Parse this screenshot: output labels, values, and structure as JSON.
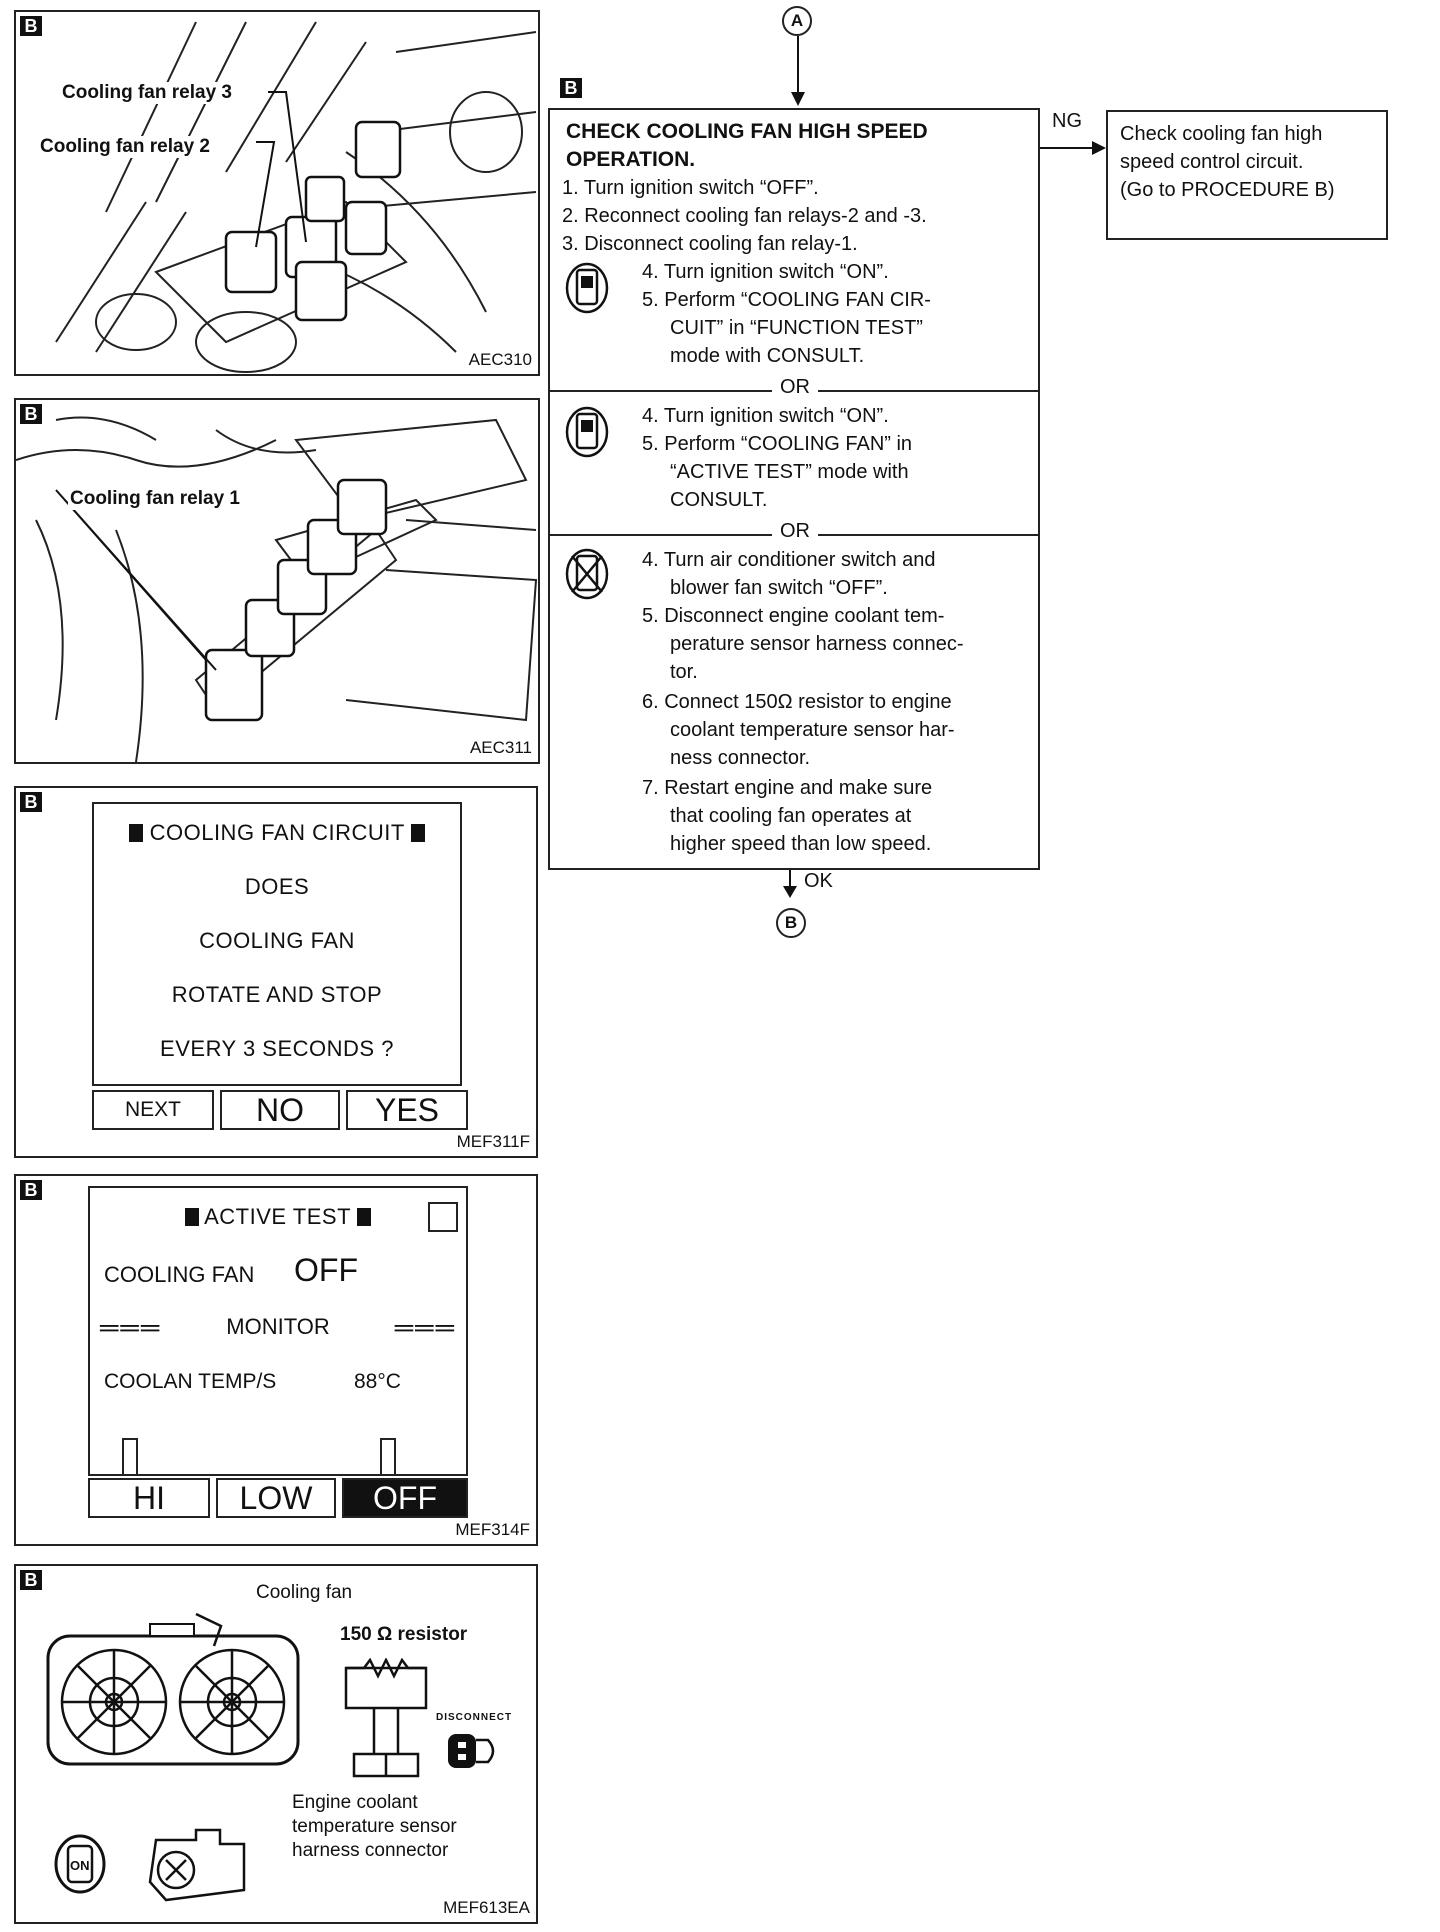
{
  "panels": {
    "p1": {
      "badge": "B",
      "fig_id": "AEC310",
      "labels": {
        "relay3": "Cooling fan relay 3",
        "relay2": "Cooling fan relay 2"
      }
    },
    "p2": {
      "badge": "B",
      "fig_id": "AEC311",
      "labels": {
        "relay1": "Cooling fan relay 1"
      }
    },
    "p3": {
      "badge": "B",
      "fig_id": "MEF311F",
      "screen": {
        "title": "COOLING FAN CIRCUIT",
        "line1": "DOES",
        "line2": "COOLING FAN",
        "line3": "ROTATE AND STOP",
        "line4": "EVERY 3 SECONDS ?"
      },
      "buttons": {
        "next": "NEXT",
        "no": "NO",
        "yes": "YES"
      }
    },
    "p4": {
      "badge": "B",
      "fig_id": "MEF314F",
      "screen": {
        "title": "ACTIVE TEST",
        "item_label": "COOLING FAN",
        "item_value": "OFF",
        "monitor": "MONITOR",
        "sensor_label": "COOLAN TEMP/S",
        "sensor_value": "88°C"
      },
      "buttons": {
        "hi": "HI",
        "low": "LOW",
        "off": "OFF"
      }
    },
    "p5": {
      "badge": "B",
      "fig_id": "MEF613EA",
      "labels": {
        "fan": "Cooling fan",
        "resistor": "150 Ω resistor",
        "disconnect": "DISCONNECT",
        "sensor_l1": "Engine coolant",
        "sensor_l2": "temperature sensor",
        "sensor_l3": "harness connector",
        "key": "ON"
      }
    }
  },
  "flow": {
    "start_marker": "A",
    "end_marker": "B",
    "badge": "B",
    "title_l1": "CHECK COOLING FAN HIGH SPEED",
    "title_l2": "OPERATION.",
    "steps_common": [
      "1. Turn ignition switch “OFF”.",
      "2. Reconnect cooling fan relays-2 and -3.",
      "3. Disconnect cooling fan relay-1."
    ],
    "method1": [
      "4. Turn ignition switch “ON”.",
      "5. Perform “COOLING FAN CIR-",
      "CUIT” in “FUNCTION TEST”",
      "mode with CONSULT."
    ],
    "or": "OR",
    "method2": [
      "4. Turn ignition switch “ON”.",
      "5. Perform “COOLING FAN” in",
      "“ACTIVE TEST” mode with",
      "CONSULT."
    ],
    "method3": [
      "4. Turn air conditioner switch and",
      "blower fan switch “OFF”.",
      "5. Disconnect engine coolant tem-",
      "perature sensor harness connec-",
      "tor.",
      "6. Connect 150Ω resistor to engine",
      "coolant temperature sensor har-",
      "ness connector.",
      "7. Restart engine and make sure",
      "that cooling fan operates at",
      "higher speed than low speed."
    ],
    "ng": "NG",
    "ok": "OK",
    "ng_box": [
      "Check cooling fan high",
      "speed control circuit.",
      "(Go to PROCEDURE B)"
    ]
  }
}
